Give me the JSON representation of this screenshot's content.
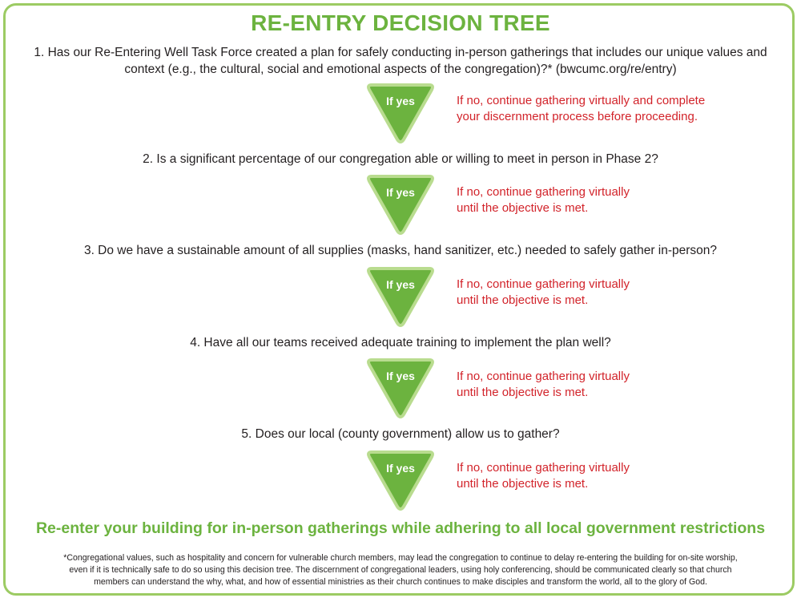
{
  "title": "RE-ENTRY DECISION TREE",
  "colors": {
    "accent": "#6cb33f",
    "border": "#9ccb63",
    "warning": "#d2232a"
  },
  "steps": [
    {
      "question_lines": [
        "1. Has our Re-Entering Well Task Force created a plan for safely conducting in-person gatherings that includes our unique values and",
        "context (e.g., the cultural, social and emotional aspects of the congregation)?* (bwcumc.org/re/entry)"
      ],
      "yes_label": "If yes",
      "no_lines": [
        "If no, continue gathering virtually and complete",
        "your discernment process before proceeding."
      ]
    },
    {
      "question_lines": [
        "2. Is a significant percentage of our congregation able or willing to meet in person in Phase 2?"
      ],
      "yes_label": "If yes",
      "no_lines": [
        "If no, continue gathering virtually",
        "until the objective is met."
      ]
    },
    {
      "question_lines": [
        "3. Do we have a sustainable amount of all supplies (masks, hand sanitizer, etc.) needed to safely gather in-person?"
      ],
      "yes_label": "If yes",
      "no_lines": [
        "If no, continue gathering virtually",
        "until the objective is met."
      ]
    },
    {
      "question_lines": [
        "4. Have all our teams received adequate training to implement the plan well?"
      ],
      "yes_label": "If yes",
      "no_lines": [
        "If no, continue gathering virtually",
        "until the objective is met."
      ]
    },
    {
      "question_lines": [
        "5. Does our local (county government) allow us to gather?"
      ],
      "yes_label": "If yes",
      "no_lines": [
        "If no, continue gathering virtually",
        "until the objective is met."
      ]
    }
  ],
  "final_statement": "Re-enter your building for in-person gatherings while adhering to all local government restrictions",
  "footnote_lines": [
    "*Congregational values, such as hospitality and concern for vulnerable church members, may lead the congregation to continue to delay re-entering the building for on-site worship,",
    "even if it is technically safe to do so using this decision tree. The discernment of congregational leaders, using holy conferencing, should be communicated clearly so that church",
    "members can understand the why, what, and how of essential ministries as their church continues to make disciples and transform the world, all to the glory of God."
  ]
}
